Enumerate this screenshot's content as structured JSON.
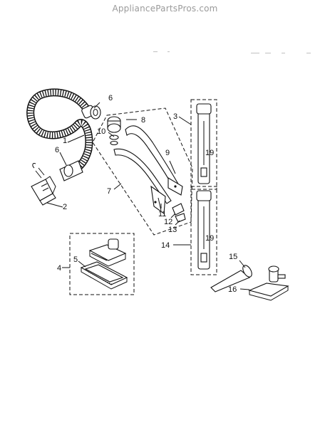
{
  "header": {
    "site": "AppliancePartsPros.com"
  },
  "callouts": {
    "c1": "1",
    "c2": "2",
    "c3": "3",
    "c4": "4",
    "c5": "5",
    "c6a": "6",
    "c6b": "6",
    "c7": "7",
    "c8": "8",
    "c9": "9",
    "c10": "10",
    "c11": "11",
    "c12": "12",
    "c13": "13",
    "c14": "14",
    "c15": "15",
    "c16": "16",
    "c19a": "19",
    "c19b": "19"
  }
}
